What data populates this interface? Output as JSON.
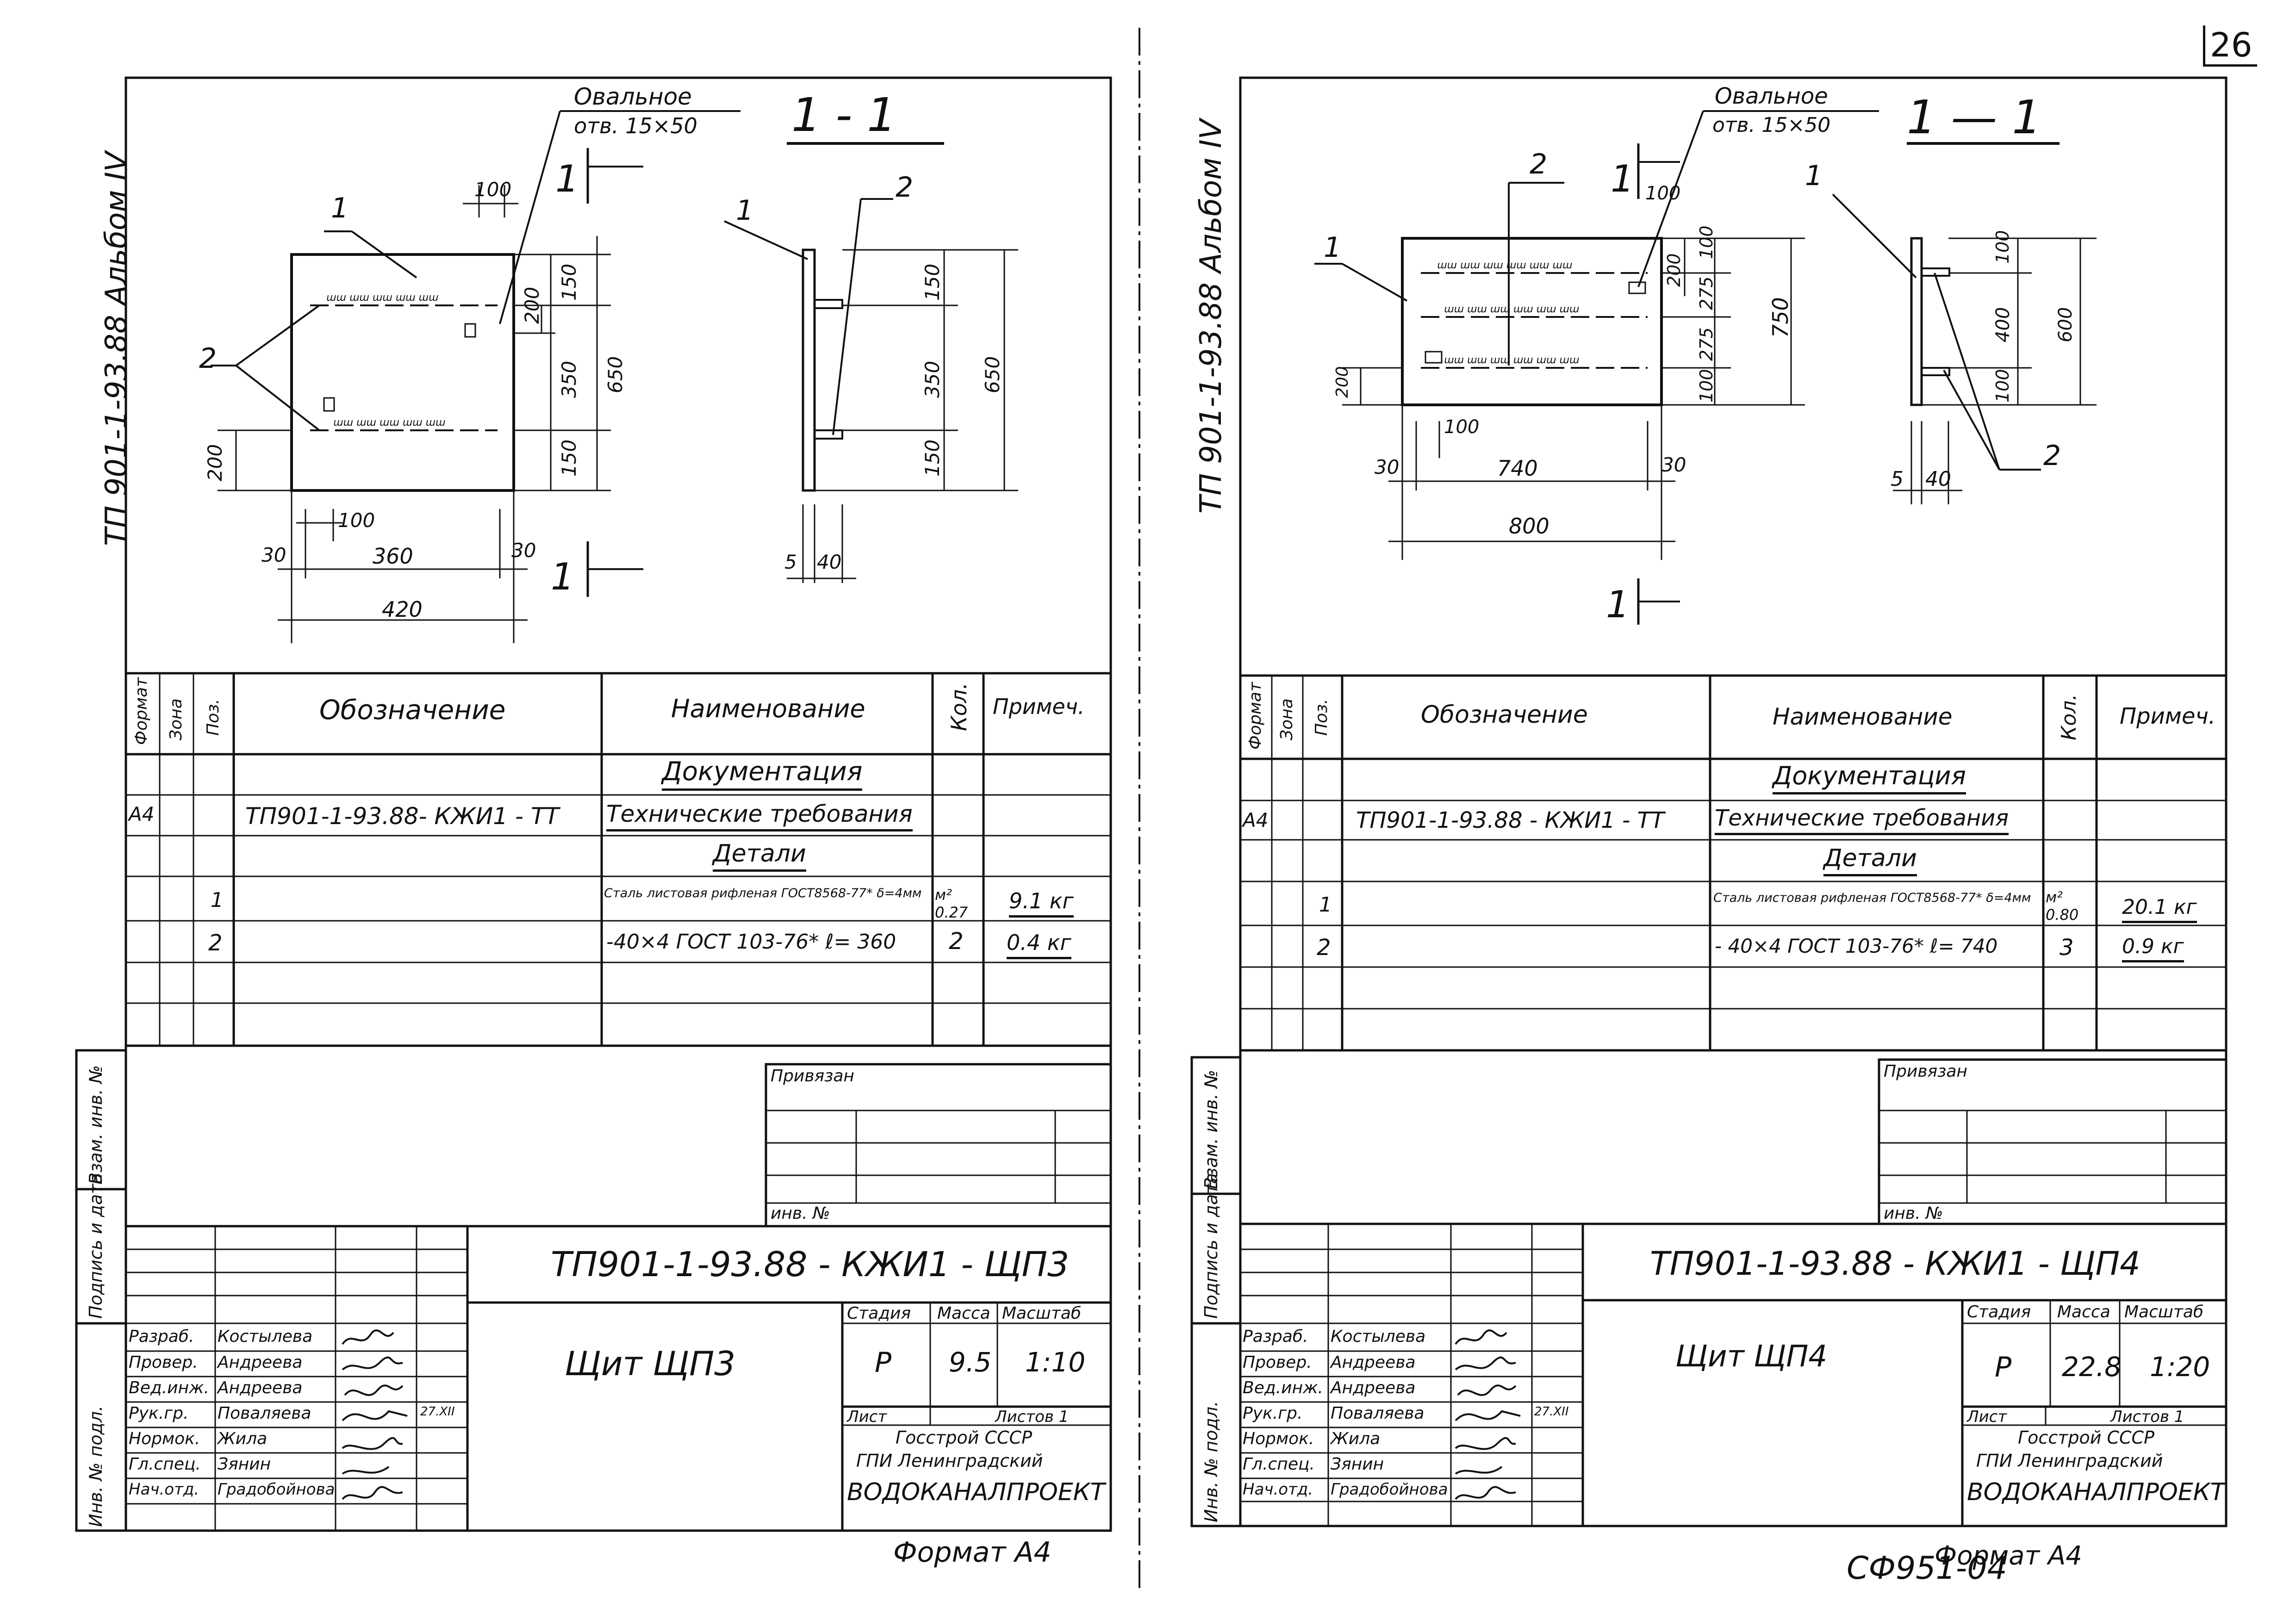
{
  "page_number": "26",
  "bottom_code": "СФ951-04",
  "sheets": [
    {
      "id": "left",
      "album_label": "ТП 901-1-93.88  Альбом IV",
      "section_label": "1 - 1",
      "section_marker": "1",
      "hole_label": "Овальное",
      "hole_size": "отв. 15×50",
      "dims": {
        "d100_top": "100",
        "d150_top": "150",
        "d350": "350",
        "d150_bot": "150",
        "d650": "650",
        "d200_r": "200",
        "d200_l": "200",
        "d100_b": "100",
        "d30_l": "30",
        "d360": "360",
        "d30_r": "30",
        "d420": "420",
        "s_d150": "150",
        "s_d350": "350",
        "s_d150b": "150",
        "s_d650": "650",
        "s_d5": "5",
        "s_d40": "40"
      },
      "callouts": {
        "c1": "1",
        "c2": "2",
        "c1s": "1",
        "c2s": "2"
      },
      "spec_headers": {
        "format": "Формат",
        "zone": "Зона",
        "pos": "Поз.",
        "designation": "Обозначение",
        "name": "Наименование",
        "qty": "Кол.",
        "note": "Примеч."
      },
      "spec_sections": {
        "documentation": "Документация",
        "details": "Детали"
      },
      "spec_rows": [
        {
          "format": "А4",
          "pos": "",
          "designation": "ТП901-1-93.88- КЖИ1 - ТТ",
          "name": "Технические требования",
          "qty": "",
          "note": ""
        },
        {
          "format": "",
          "pos": "1",
          "designation": "",
          "name": "Сталь листовая рифленая ГОСТ8568-77* δ=4мм",
          "qty": "м² 0.27",
          "note": "9.1 кг"
        },
        {
          "format": "",
          "pos": "2",
          "designation": "",
          "name": "-40×4 ГОСТ 103-76* ℓ= 360",
          "qty": "2",
          "note": "0.4 кг"
        }
      ],
      "privyazan": "Привязан",
      "inv_no": "инв. №",
      "left_margin_labels": [
        "Взам. инв. №",
        "Подпись и дата",
        "Инв. № подл."
      ],
      "doc_code": "ТП901-1-93.88 - КЖИ1 - ЩП3",
      "title": "Щит ЩП3",
      "stage_header": "Стадия",
      "mass_header": "Масса",
      "scale_header": "Масштаб",
      "stage": "Р",
      "mass": "9.5",
      "scale": "1:10",
      "sheet_label": "Лист",
      "sheets_label": "Листов 1",
      "org_lines": [
        "Госстрой СССР",
        "ГПИ Ленинградский",
        "ВОДОКАНАЛПРОЕКТ"
      ],
      "signers": [
        {
          "role": "Разраб.",
          "name": "Костылева",
          "date": ""
        },
        {
          "role": "Провер.",
          "name": "Андреева",
          "date": ""
        },
        {
          "role": "Вед.инж.",
          "name": "Андреева",
          "date": ""
        },
        {
          "role": "Рук.гр.",
          "name": "Поваляева",
          "date": "27.XII"
        },
        {
          "role": "Нормок.",
          "name": "Жила",
          "date": ""
        },
        {
          "role": "Гл.спец.",
          "name": "Зянин",
          "date": ""
        },
        {
          "role": "Нач.отд.",
          "name": "Градобойнова",
          "date": ""
        }
      ],
      "format_label": "Формат А4"
    },
    {
      "id": "right",
      "album_label": "ТП 901-1-93.88  Альбом IV",
      "section_label": "1 — 1",
      "section_marker": "1",
      "hole_label": "Овальное",
      "hole_size": "отв. 15×50",
      "dims": {
        "d100_top": "100",
        "d200_r": "200",
        "d100_r": "100",
        "d275a": "275",
        "d275b": "275",
        "d100_rb": "100",
        "d750": "750",
        "d200_l": "200",
        "d100_b": "100",
        "d30_l": "30",
        "d740": "740",
        "d30_r": "30",
        "d800": "800",
        "s_d100": "100",
        "s_d400": "400",
        "s_d100b": "100",
        "s_d600": "600",
        "s_d5": "5",
        "s_d40": "40"
      },
      "callouts": {
        "c1": "1",
        "c2": "2",
        "c1s": "1",
        "c2s": "2"
      },
      "spec_headers": {
        "format": "Формат",
        "zone": "Зона",
        "pos": "Поз.",
        "designation": "Обозначение",
        "name": "Наименование",
        "qty": "Кол.",
        "note": "Примеч."
      },
      "spec_sections": {
        "documentation": "Документация",
        "details": "Детали"
      },
      "spec_rows": [
        {
          "format": "А4",
          "pos": "",
          "designation": "ТП901-1-93.88 - КЖИ1 - ТТ",
          "name": "Технические требования",
          "qty": "",
          "note": ""
        },
        {
          "format": "",
          "pos": "1",
          "designation": "",
          "name": "Сталь листовая рифленая ГОСТ8568-77* δ=4мм",
          "qty": "м² 0.80",
          "note": "20.1 кг"
        },
        {
          "format": "",
          "pos": "2",
          "designation": "",
          "name": "- 40×4 ГОСТ 103-76* ℓ= 740",
          "qty": "3",
          "note": "0.9 кг"
        }
      ],
      "privyazan": "Привязан",
      "inv_no": "инв. №",
      "left_margin_labels": [
        "Взам. инв. №",
        "Подпись и дата",
        "Инв. № подл."
      ],
      "doc_code": "ТП901-1-93.88 - КЖИ1 - ЩП4",
      "title": "Щит ЩП4",
      "stage_header": "Стадия",
      "mass_header": "Масса",
      "scale_header": "Масштаб",
      "stage": "Р",
      "mass": "22.8",
      "scale": "1:20",
      "sheet_label": "Лист",
      "sheets_label": "Листов 1",
      "org_lines": [
        "Госстрой СССР",
        "ГПИ Ленинградский",
        "ВОДОКАНАЛПРОЕКТ"
      ],
      "signers": [
        {
          "role": "Разраб.",
          "name": "Костылева",
          "date": ""
        },
        {
          "role": "Провер.",
          "name": "Андреева",
          "date": ""
        },
        {
          "role": "Вед.инж.",
          "name": "Андреева",
          "date": ""
        },
        {
          "role": "Рук.гр.",
          "name": "Поваляева",
          "date": "27.XII"
        },
        {
          "role": "Нормок.",
          "name": "Жила",
          "date": ""
        },
        {
          "role": "Гл.спец.",
          "name": "Зянин",
          "date": ""
        },
        {
          "role": "Нач.отд.",
          "name": "Градобойнова",
          "date": ""
        }
      ],
      "format_label": "Формат А4"
    }
  ]
}
